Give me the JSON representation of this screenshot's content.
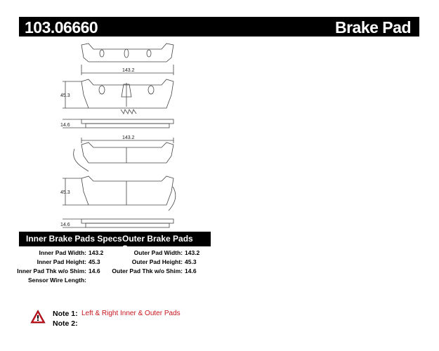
{
  "header": {
    "part_number": "103.06660",
    "product_name": "Brake Pad"
  },
  "diagram": {
    "width_label_top": "143.2",
    "height_label_top": "45.3",
    "thickness_label_top": "14.6",
    "width_label_bottom": "143.2",
    "height_label_bottom": "45.3",
    "thickness_label_bottom": "14.6"
  },
  "specs": {
    "inner_title": "Inner Brake Pads Specs",
    "outer_title": "Outer Brake Pads Specs",
    "inner": [
      {
        "label": "Inner Pad Width:",
        "value": "143.2"
      },
      {
        "label": "Inner Pad Height:",
        "value": "45.3"
      },
      {
        "label": "Inner Pad Thk w/o Shim:",
        "value": "14.6"
      },
      {
        "label": "Sensor Wire Length:",
        "value": ""
      }
    ],
    "outer": [
      {
        "label": "Outer Pad Width:",
        "value": "143.2"
      },
      {
        "label": "Outer Pad Height:",
        "value": "45.3"
      },
      {
        "label": "Outer Pad Thk w/o Shim:",
        "value": "14.6"
      }
    ]
  },
  "notes": {
    "note1_label": "Note 1:",
    "note1_text": "Left & Right Inner & Outer Pads",
    "note2_label": "Note 2:",
    "note2_text": "",
    "warning_color": "#c8141e"
  }
}
